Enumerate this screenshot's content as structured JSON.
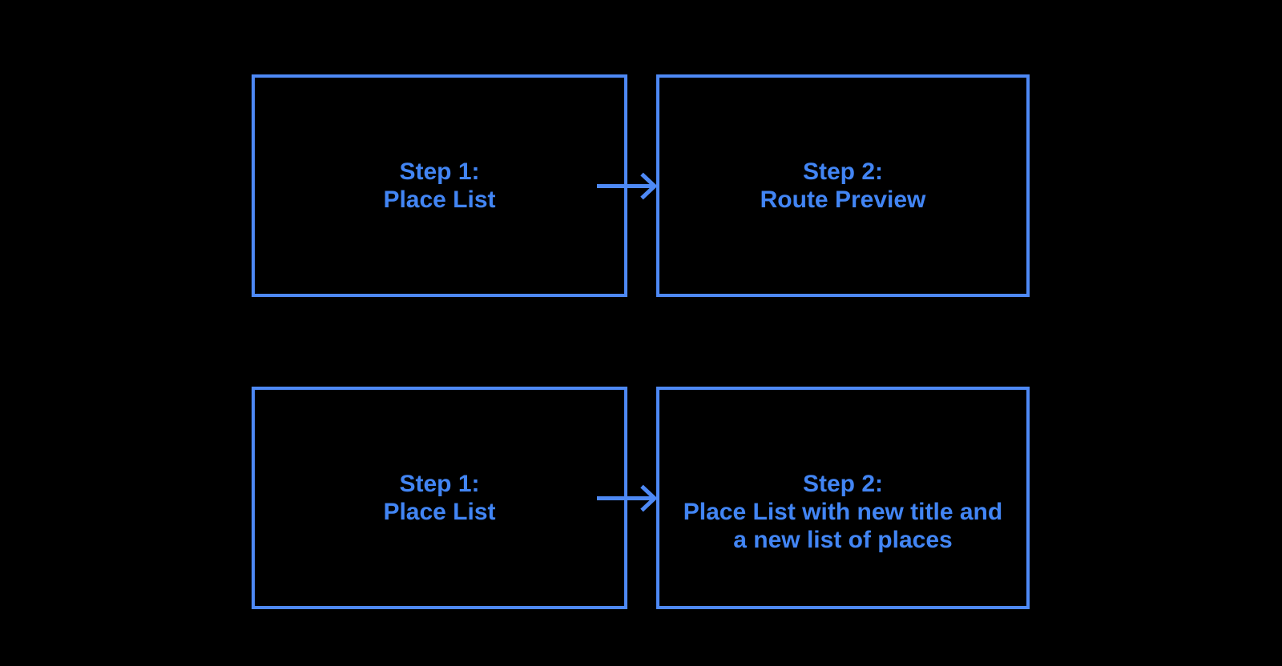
{
  "colors": {
    "background": "#000000",
    "box_border": "#4E89F5",
    "arrow": "#4E89F5",
    "text": "#4285F4"
  },
  "diagram": {
    "type": "flowchart",
    "connector": "arrow-right",
    "flows": [
      {
        "id": "flow-1",
        "from": {
          "line1": "Step 1:",
          "line2": "Place List"
        },
        "to": {
          "line1": "Step 2:",
          "line2": "Route Preview"
        }
      },
      {
        "id": "flow-2",
        "from": {
          "line1": "Step 1:",
          "line2": "Place List"
        },
        "to": {
          "line1": "Step 2:",
          "line2": "Place List with new title and",
          "line3": "a new list of places"
        }
      }
    ]
  }
}
